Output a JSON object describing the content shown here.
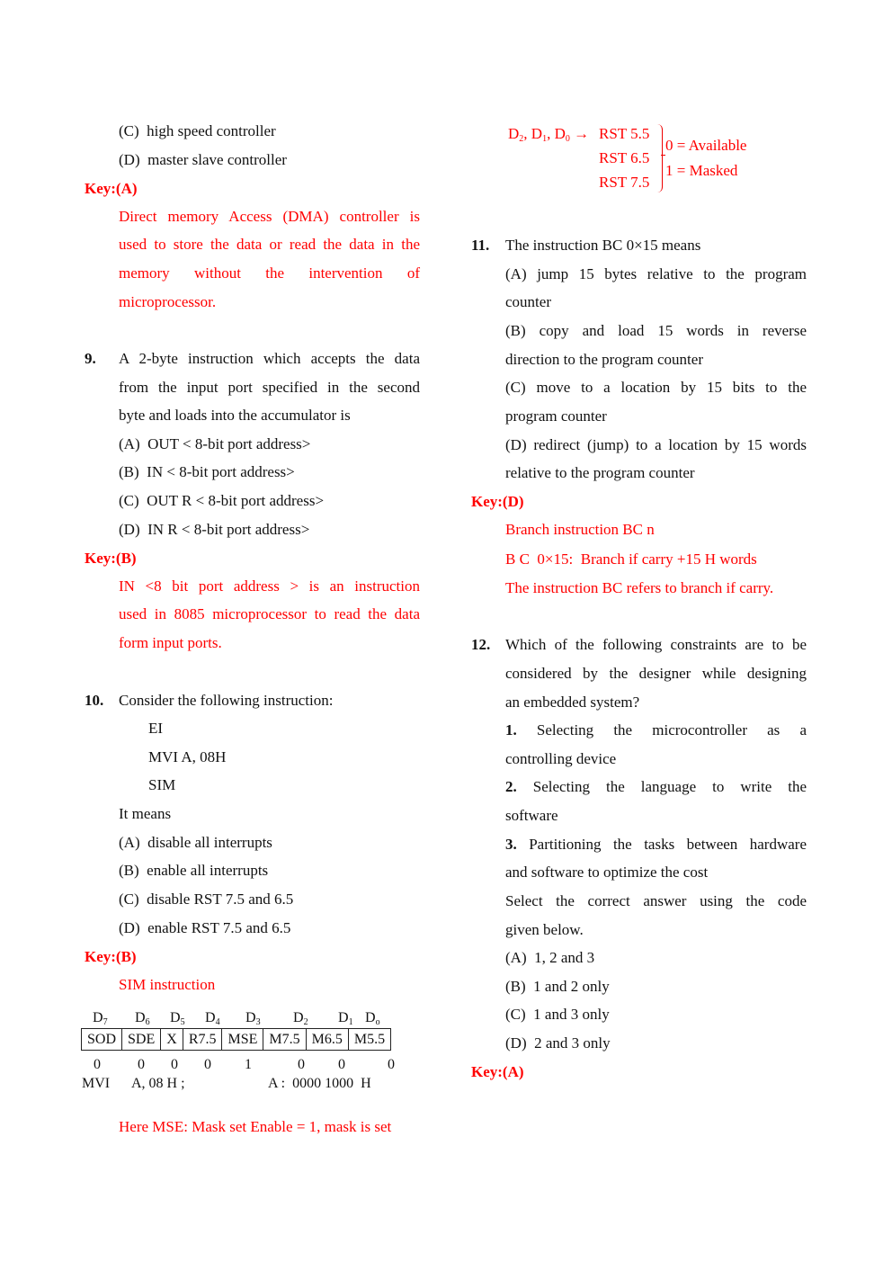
{
  "left_column": {
    "q8_tail": {
      "options": [
        {
          "label": "(C)",
          "text": "high speed controller"
        },
        {
          "label": "(D)",
          "text": "master slave controller"
        }
      ],
      "key": "Key:(A)",
      "explanation_lines": [
        "Direct memory Access (DMA) controller is",
        "used to store the data or read the data in the",
        "memory without the intervention of",
        "microprocessor."
      ]
    },
    "q9": {
      "number": "9.",
      "question_lines": [
        "A 2-byte instruction which accepts the data",
        "from the input port specified in the second",
        "byte and loads into the accumulator is"
      ],
      "options": [
        {
          "label": "(A)",
          "text": "OUT < 8-bit port address>"
        },
        {
          "label": "(B)",
          "text": "IN < 8-bit port address>"
        },
        {
          "label": "(C)",
          "text": "OUT R < 8-bit port address>"
        },
        {
          "label": "(D)",
          "text": "IN R < 8-bit port address>"
        }
      ],
      "key": "Key:(B)",
      "explanation_lines": [
        "IN <8 bit port address > is an instruction",
        "used in 8085 microprocessor to read the data",
        "form input ports."
      ]
    },
    "q10": {
      "number": "10.",
      "question": "Consider the following instruction:",
      "code_lines": [
        "EI",
        "MVI A, 08H",
        "SIM"
      ],
      "prompt": "It means",
      "options": [
        {
          "label": "(A)",
          "text": "disable all interrupts"
        },
        {
          "label": "(B)",
          "text": "enable all interrupts"
        },
        {
          "label": "(C)",
          "text": "disable RST 7.5 and 6.5"
        },
        {
          "label": "(D)",
          "text": "enable RST 7.5 and 6.5"
        }
      ],
      "key": "Key:(B)",
      "explanation_title": "SIM instruction",
      "sim_table": {
        "bit_labels": [
          "D7",
          "D6",
          "D5",
          "D4",
          "D3",
          "D2",
          "D1",
          "Do"
        ],
        "cells": [
          "SOD",
          "SDE",
          "X",
          "R7.5",
          "MSE",
          "M7.5",
          "M6.5",
          "M5.5"
        ],
        "values": [
          "0",
          "0",
          "0",
          "0",
          "1",
          "0",
          "0",
          "0"
        ]
      },
      "mvi_line": {
        "op": "MVI",
        "operand": "A, 08 H ;",
        "result": "A :  0000 1000  H"
      },
      "footnote": "Here MSE: Mask set Enable = 1, mask is set"
    }
  },
  "right_column": {
    "rst_mapping": {
      "lhs": "D2, D1, D0 →",
      "items": [
        "RST 5.5",
        "RST 6.5",
        "RST 7.5"
      ],
      "meanings": [
        "0 = Available",
        "1 = Masked"
      ]
    },
    "q11": {
      "number": "11.",
      "question": "The instruction BC 0×15 means",
      "options": [
        {
          "label": "(A)",
          "lines": [
            "jump 15 bytes relative to the program",
            "counter"
          ]
        },
        {
          "label": "(B)",
          "lines": [
            "copy and load 15 words in reverse",
            "direction to the program counter"
          ]
        },
        {
          "label": "(C)",
          "lines": [
            "move to a location by 15 bits to the",
            "program counter"
          ]
        },
        {
          "label": "(D)",
          "lines": [
            "redirect (jump) to a location by 15 words",
            "relative to the program counter"
          ]
        }
      ],
      "key": "Key:(D)",
      "explanation_lines": [
        "Branch instruction BC n",
        "B C  0×15:  Branch if carry +15 H words",
        "The instruction BC refers to branch if carry."
      ]
    },
    "q12": {
      "number": "12.",
      "question_lines": [
        "Which of the following constraints are to be",
        "considered by the designer while designing",
        "an embedded system?"
      ],
      "statements": [
        {
          "num": "1.",
          "lines": [
            "Selecting the microcontroller as a",
            "controlling device"
          ]
        },
        {
          "num": "2.",
          "lines": [
            "Selecting the language to write the",
            "software"
          ]
        },
        {
          "num": "3.",
          "lines": [
            "Partitioning the tasks between hardware",
            "and software to optimize the cost"
          ]
        }
      ],
      "instruction_lines": [
        "Select the correct answer using the code",
        "given below."
      ],
      "options": [
        {
          "label": "(A)",
          "text": "1, 2 and 3"
        },
        {
          "label": "(B)",
          "text": "1 and 2 only"
        },
        {
          "label": "(C)",
          "text": "1 and 3 only"
        },
        {
          "label": "(D)",
          "text": "2 and 3 only"
        }
      ],
      "key": "Key:(A)"
    }
  },
  "colors": {
    "answer_red": "#ff0000",
    "text": "#111111"
  }
}
